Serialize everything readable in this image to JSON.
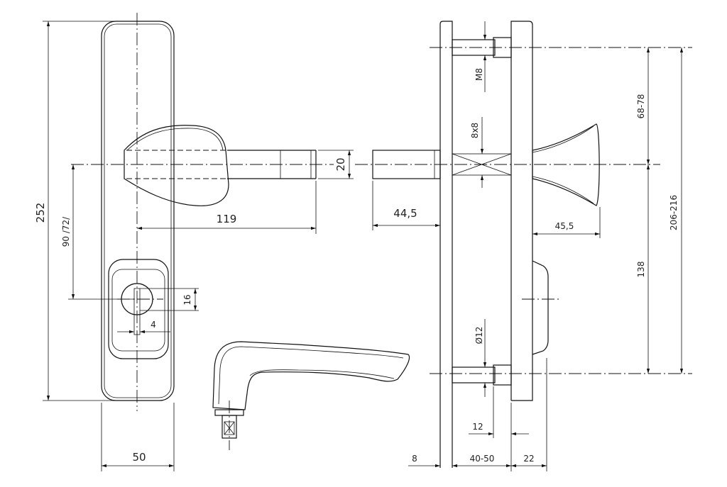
{
  "dimensions": {
    "overall_height": "252",
    "lock_distance": "90 /72/",
    "handle_length": "119",
    "spindle_height": "20",
    "plate_width": "50",
    "cylinder_hole": "16",
    "cylinder_offset": "4",
    "spindle_protrusion": "44,5",
    "knob_length": "45,5",
    "screw_thread": "M8",
    "spindle_square": "8x8",
    "screw_diameter": "Ø12",
    "screw_spacing_top": "68-78",
    "screw_spacing_total": "206-216",
    "screw_spacing_bottom": "138",
    "screw_offset": "12",
    "plate_thickness": "8",
    "door_thickness": "40-50",
    "rosette_thickness": "22"
  }
}
